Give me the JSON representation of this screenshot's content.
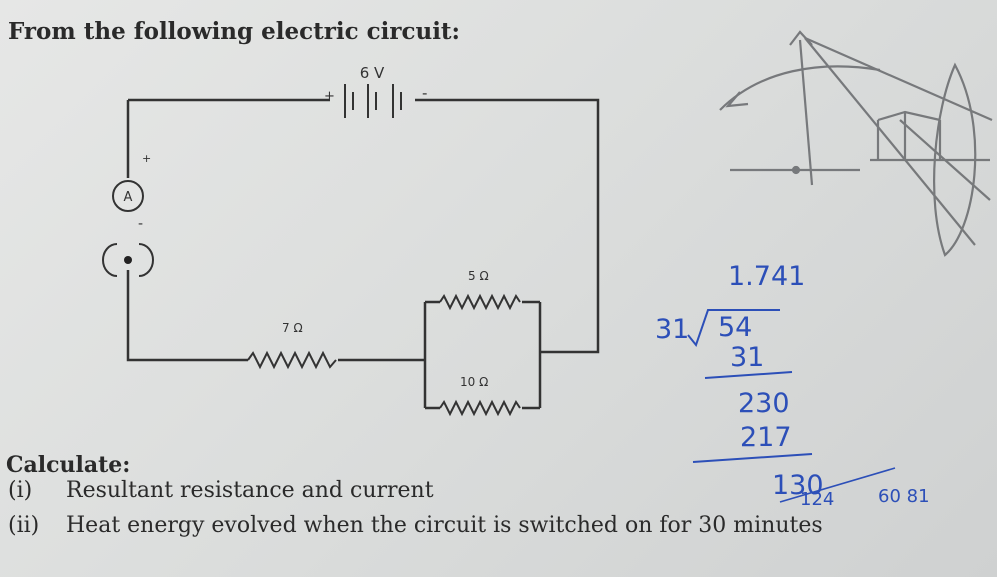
{
  "title": "From the following electric circuit:",
  "circuit": {
    "battery_label": "6 V",
    "battery_plus": "+",
    "battery_minus": "-",
    "ammeter_label": "A",
    "ammeter_plus": "+",
    "ammeter_minus": "-",
    "r1_label": "7 Ω",
    "r2_label": "5 Ω",
    "r3_label": "10 Ω"
  },
  "calculate_heading": "Calculate:",
  "questions": [
    {
      "num": "(i)",
      "text": "Resultant resistance and current"
    },
    {
      "num": "(ii)",
      "text": "Heat energy evolved when the circuit is switched on for 30 minutes"
    }
  ],
  "handwritten": {
    "quotient": "1.741",
    "divisor": "31",
    "dividend": "54",
    "step1": "31",
    "step2": "230",
    "step3": "217",
    "step4": "130",
    "step5": "124",
    "side": "60 81",
    "ink_color": "#2c4fb8"
  }
}
